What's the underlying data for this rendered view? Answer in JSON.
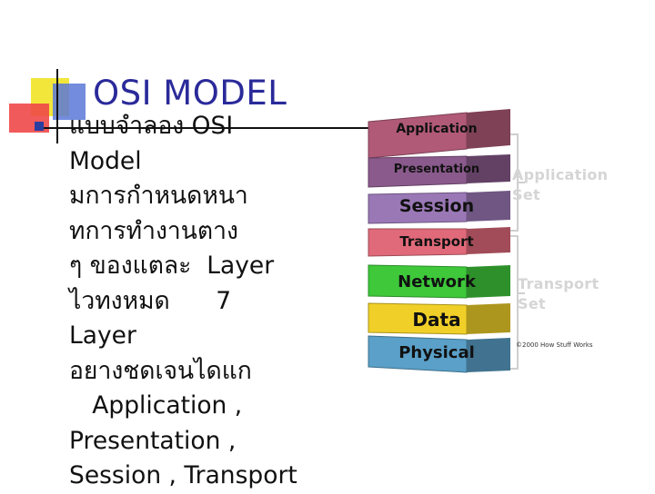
{
  "slide": {
    "title": "OSI MODEL",
    "body": "แบบจำลอง OSI\nModel\nมการกำหนดหนา\nทการทำงานตาง\nๆ ของแตละ  Layer\nไวทงหมด      7\nLayer\nอยางชดเจนไดแก\n   Application ,\nPresentation ,\nSession , Transport"
  },
  "diagram": {
    "layers": [
      {
        "label": "Application",
        "color": "#b05a78"
      },
      {
        "label": "Presentation",
        "color": "#8a5a8c"
      },
      {
        "label": "Session",
        "color": "#9a78b6"
      },
      {
        "label": "Transport",
        "color": "#e06a7a"
      },
      {
        "label": "Network",
        "color": "#3ec83a"
      },
      {
        "label": "Data",
        "color": "#f0d028"
      },
      {
        "label": "Physical",
        "color": "#5aa0c8"
      }
    ],
    "application_set": "Application\nSet",
    "transport_set": "Transport\nSet",
    "copyright": "©2000 How Stuff Works"
  }
}
